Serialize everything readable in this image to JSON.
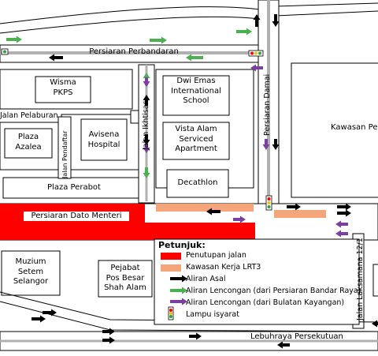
{
  "roads": {
    "persiaran_perbandaran": "Persiaran Perbandaran",
    "jalan_pelaburan": "Jalan Pelaburan",
    "jalan_pendaftar": "Jalan Pendaftar",
    "jalan_ikhtisas": "Jalan Ikhtisas",
    "persiaran_damai": "Persiaran Damai",
    "persiaran_dato_menteri": "Persiaran Dato Menteri",
    "jalan_laksamana": "Jalan Laksamana 12/1",
    "lebuhraya_persekutuan": "Lebuhraya Persekutuan"
  },
  "buildings": {
    "wisma_pkps": "Wisma\nPKPS",
    "dwi_emas": "Dwi Emas\nInternational\nSchool",
    "kawasan_per": "Kawasan Per",
    "plaza_azalea": "Plaza\nAzalea",
    "avisena": "Avisena\nHospital",
    "vista_alam": "Vista Alam\nServiced\nApartment",
    "decathlon": "Decathlon",
    "plaza_perabot": "Plaza Perabot",
    "muzium": "Muzium\nSetem\nSelangor",
    "pejabat_pos": "Pejabat\nPos Besar\nShah Alam"
  },
  "legend": {
    "title": "Petunjuk:",
    "items": [
      {
        "label": "Penutupan jalan",
        "color": "#ff0000",
        "symbol": "swatch"
      },
      {
        "label": "Kawasan Kerja LRT3",
        "color": "#f4a57a",
        "symbol": "swatch"
      },
      {
        "label": "Aliran Asal",
        "color": "#000000",
        "symbol": "arrow"
      },
      {
        "label": "Aliran Lencongan (dari Persiaran Bandar Raya)",
        "color": "#4caf50",
        "symbol": "arrow"
      },
      {
        "label": "Aliran Lencongan (dari Bulatan Kayangan)",
        "color": "#7b3fa0",
        "symbol": "arrow"
      },
      {
        "label": "Lampu isyarat",
        "color": "#ff0000",
        "symbol": "traffic-light"
      }
    ]
  },
  "colors": {
    "road_closure": "#ff0000",
    "lrt3_work_zone": "#f4a57a",
    "original_flow": "#000000",
    "detour_bandar_raya": "#4caf50",
    "detour_kayangan": "#7b3fa0",
    "road_fill": "#ffffff",
    "road_edge": "#000000",
    "median": "#b0b0b0"
  }
}
